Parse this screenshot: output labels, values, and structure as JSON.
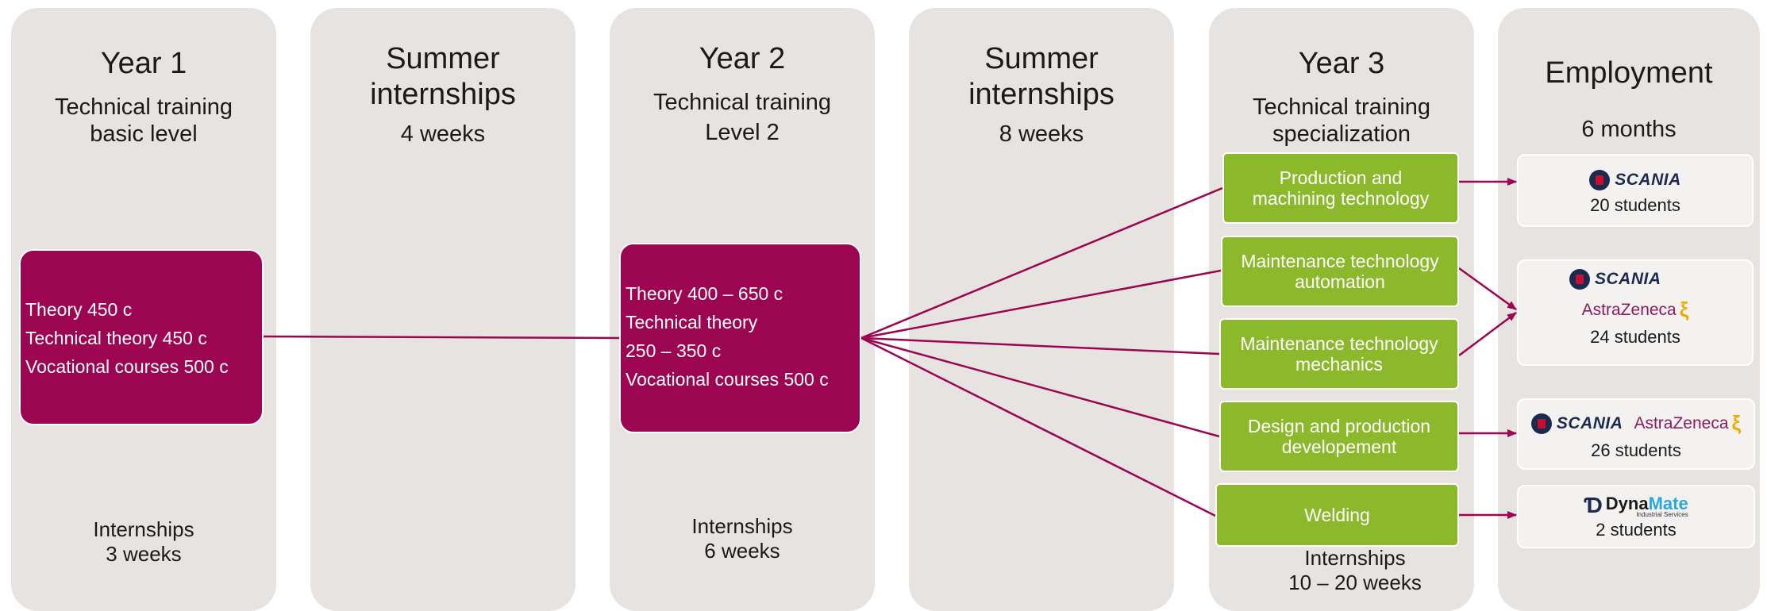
{
  "columns": {
    "year1": {
      "title": "Year  1",
      "subtitle_lines": [
        "Technical training",
        "basic  level"
      ],
      "box_lines": [
        "Theory 450 c",
        "Technical theory 450 c",
        "Vocational courses 500 c"
      ],
      "footer_lines": [
        "Internships",
        "3 weeks"
      ]
    },
    "summer1": {
      "title_lines": [
        "Summer",
        "internships"
      ],
      "duration": "4 weeks"
    },
    "year2": {
      "title": "Year  2",
      "subtitle_lines": [
        "Technical training",
        "Level 2"
      ],
      "box_lines": [
        "Theory 400 – 650 c",
        "Technical theory",
        "250 – 350 c",
        "Vocational courses 500 c"
      ],
      "footer_lines": [
        "Internships",
        "6 weeks"
      ]
    },
    "summer2": {
      "title_lines": [
        "Summer",
        "internships"
      ],
      "duration": "8 weeks"
    },
    "year3": {
      "title": "Year  3",
      "subtitle_lines": [
        "Technical training",
        "specialization"
      ],
      "specializations": [
        {
          "lines": [
            "Production and",
            "machining technology"
          ]
        },
        {
          "lines": [
            "Maintenance technology",
            "automation"
          ]
        },
        {
          "lines": [
            "Maintenance technology",
            "mechanics"
          ]
        },
        {
          "lines": [
            "Design and production",
            "developement"
          ]
        },
        {
          "lines": [
            "Welding"
          ]
        }
      ],
      "footer_lines": [
        "Internships",
        "10 – 20 weeks"
      ]
    },
    "employment": {
      "title": "Employment",
      "duration": "6 months",
      "employers": [
        {
          "logos": [
            "scania"
          ],
          "students": "20  students"
        },
        {
          "logos": [
            "scania",
            "astrazeneca"
          ],
          "students": "24 students"
        },
        {
          "logos": [
            "scania",
            "astrazeneca"
          ],
          "students": "26 students"
        },
        {
          "logos": [
            "dynamate"
          ],
          "students": "2 students"
        }
      ]
    }
  },
  "logos": {
    "scania": "SCANIA",
    "astrazeneca": "AstraZeneca",
    "dynamate_dyna": "Dyna",
    "dynamate_mate": "Mate",
    "dynamate_sub": "Industrial Services"
  },
  "colors": {
    "column_bg": "#e7e3e0",
    "magenta": "#9b0552",
    "green": "#8cb82b"
  }
}
